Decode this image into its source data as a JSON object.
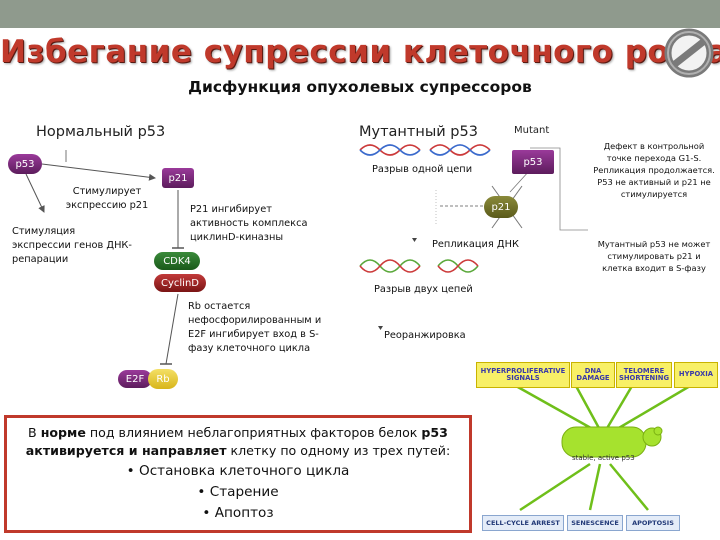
{
  "slide": {
    "title": "Избегание супрессии клеточного роста",
    "subtitle": "Дисфункция опухолевых супрессоров"
  },
  "normal": {
    "heading": "Нормальный p53",
    "node_p53": "p53",
    "node_p21": "p21",
    "node_cdk4": "CDK4",
    "node_cyclind": "CyclinD",
    "node_e2f": "E2F",
    "node_rb": "Rb",
    "text_stimulates": "Стимулирует экспрессию p21",
    "text_repair": "Стимуляция экспрессии генов ДНК-репарации",
    "text_p21_inhibits": "P21 ингибирует активность комплекса циклинD-киназны",
    "text_rb": "Rb остается нефосфорилированным и E2F ингибирует вход в S-фазу клеточного цикла"
  },
  "mutant": {
    "heading": "Мутантный p53",
    "label_mutant": "Mutant",
    "node_p53": "p53",
    "node_p21": "p21",
    "step1": "Разрыв одной цепи",
    "step2": "Репликация ДНК",
    "step3": "Разрыв двух цепей",
    "step4": "Реоранжировка",
    "note_defect": "Дефект в контрольной точке перехода G1-S. Репликация продолжается. P53 не активный и p21 не стимулируется",
    "note_cannot": "Мутантный p53 не может стимулировать p21 и клетка входит в S-фазу"
  },
  "activation": {
    "signals": [
      "HYPERPROLIFERATIVE SIGNALS",
      "DNA DAMAGE",
      "TELOMERE SHORTENING",
      "HYPOXIA"
    ],
    "center_label": "stable, active p53",
    "outcomes": [
      "CELL-CYCLE ARREST",
      "SENESCENCE",
      "APOPTOSIS"
    ]
  },
  "summary": {
    "prefix": "В ",
    "norm_bold": "норме",
    "mid1": " под влиянием неблагоприятных факторов белок ",
    "p53_bold": "p53",
    "activates_bold": "активируется и направляет",
    "mid2": " клетку по одному из трех путей:",
    "bullets": [
      "Остановка клеточного цикла",
      "Старение",
      "Апоптоз"
    ]
  },
  "colors": {
    "title_red": "#c0392b",
    "frame_red": "#c0392b",
    "top_bar": "#8f9a8d",
    "p53_purple": "#7a2a7a",
    "signal_yellow": "#f8f067",
    "center_green": "#a6e22e",
    "arrow_green": "#6fbf1a"
  },
  "icons": {
    "no_sign": "prohibition-icon"
  }
}
